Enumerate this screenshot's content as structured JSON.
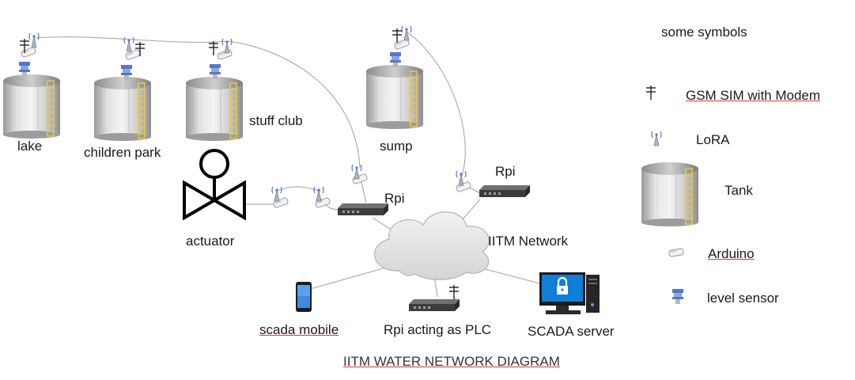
{
  "diagram": {
    "caption": "IITM WATER NETWORK DIAGRAM",
    "nodes": {
      "lake": "lake",
      "children_park": "children park",
      "stuff_club": "stuff club",
      "sump": "sump",
      "actuator": "actuator",
      "rpi_left": "Rpi",
      "rpi_right": "Rpi",
      "network": "IITM Network",
      "scada_mobile": "scada mobile",
      "rpi_plc": "Rpi acting as PLC",
      "scada_server": "SCADA server"
    }
  },
  "legend": {
    "title": "some symbols",
    "items": [
      {
        "icon": "gsm-antenna-icon",
        "label": "GSM SIM with Modem"
      },
      {
        "icon": "lora-antenna-icon",
        "label": "LoRA"
      },
      {
        "icon": "tank-icon",
        "label": "Tank"
      },
      {
        "icon": "arduino-icon",
        "label": "Arduino"
      },
      {
        "icon": "level-sensor-icon",
        "label": "level sensor"
      }
    ]
  },
  "colors": {
    "tank_body": "#c8c8c8",
    "tank_ladder": "#e8c84a",
    "cloud": "#e2e2e2",
    "router": "#3c3c3c",
    "lines": "#9a9a9a",
    "sensor": "#5577cc"
  }
}
